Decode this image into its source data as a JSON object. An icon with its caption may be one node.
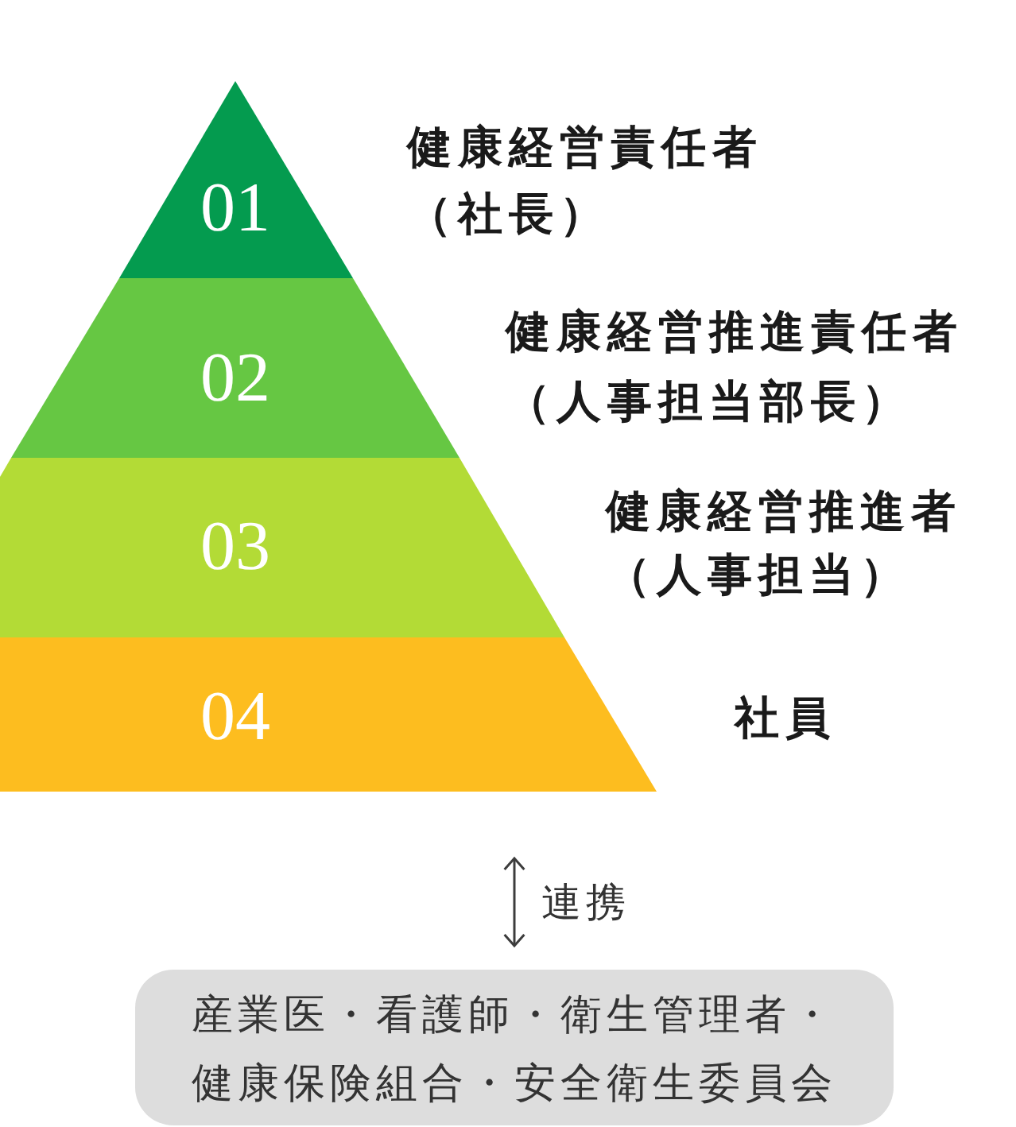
{
  "diagram": {
    "nodes": [
      {
        "text": [
          "01"
        ],
        "beside": [
          "健康経営責任者（社長）"
        ]
      },
      {
        "text": [
          "02"
        ],
        "beside": [
          "健康経営推進責任者（人事担当部長）"
        ]
      },
      {
        "text": [
          "03"
        ],
        "beside": [
          "健康経営推進者（人事担当）"
        ]
      },
      {
        "text": [
          "04"
        ],
        "beside": [
          "社員"
        ]
      },
      {
        "text": [
          "産業医・看護師・衛生管理者・健康保険組合・安全衛生委員会"
        ]
      }
    ],
    "edges": [
      {
        "from": 3,
        "to": 4,
        "arrow": "both",
        "label": "連携"
      }
    ]
  }
}
